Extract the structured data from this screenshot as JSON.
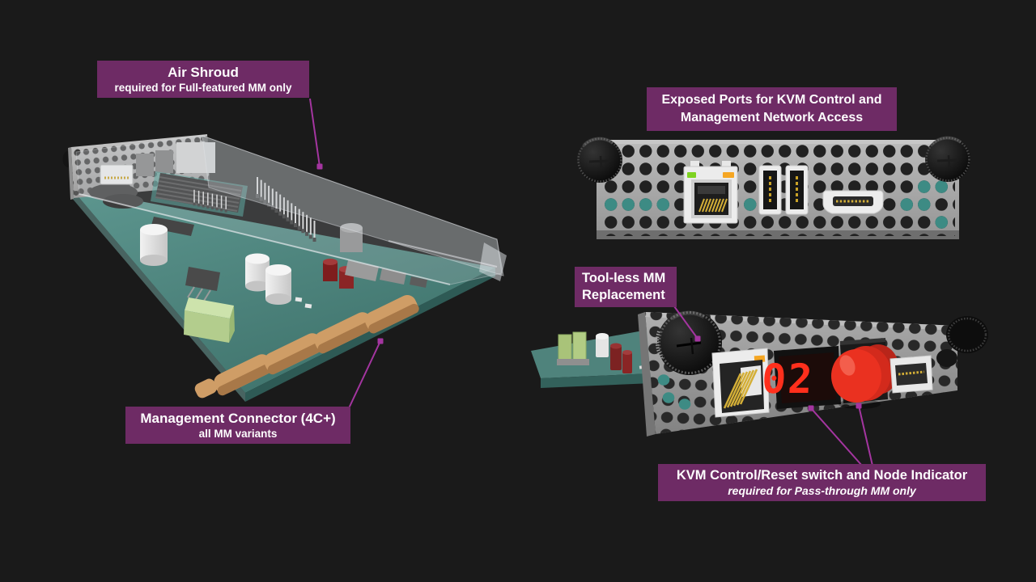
{
  "slide": {
    "background": "#1a1a1a"
  },
  "labels": {
    "air_shroud": {
      "title": "Air Shroud",
      "subtitle": "required for Full-featured MM only"
    },
    "exposed_ports": {
      "line1": "Exposed Ports for KVM Control and",
      "line2": "Management Network Access"
    },
    "toolless": {
      "line1": "Tool-less MM",
      "line2": "Replacement"
    },
    "mgmt_connector": {
      "title": "Management Connector (4C+)",
      "subtitle": "all MM variants"
    },
    "kvm": {
      "title": "KVM Control/Reset switch and Node Indicator",
      "subtitle": "required for Pass-through MM only"
    }
  },
  "display": {
    "value": "02"
  },
  "colors": {
    "label_bg": "#6e2b65",
    "label_text": "#fdfcfd",
    "callout_line": "#a435a0",
    "pcb_teal": "#4f837c",
    "pcb_edge_dark": "#2e5a55",
    "panel_gray": "#9e9e9e",
    "hole_dark": "#232323",
    "hole_teal": "#3d8b84",
    "gold_pins": "#d4af37",
    "edge_fingers_tan": "#cf9d66",
    "led_green": "#7ed321",
    "led_orange": "#f5a623",
    "display_red": "#ff2f1c",
    "button_red": "#ea3120",
    "thumbscrew_black": "#0d0d0d",
    "shroud_translucent": "rgba(200,205,212,0.26)"
  }
}
